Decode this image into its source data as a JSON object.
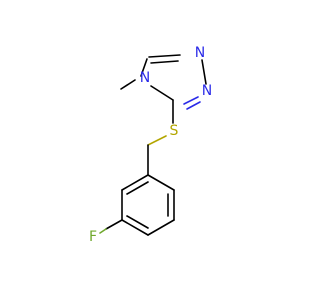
{
  "molecule": {
    "atoms": {
      "n_top_right": {
        "label": "N",
        "color": "#2b2be8"
      },
      "n_bottom_right": {
        "label": "N",
        "color": "#2b2be8"
      },
      "n_methyl": {
        "label": "N",
        "color": "#2b2be8"
      },
      "sulfur": {
        "label": "S",
        "color": "#b3a600"
      },
      "fluorine": {
        "label": "F",
        "color": "#6fa82d"
      }
    },
    "colors": {
      "carbon_bond": "#000000",
      "nitrogen": "#2b2be8",
      "sulfur": "#b3a600",
      "fluorine": "#6fa82d"
    }
  }
}
